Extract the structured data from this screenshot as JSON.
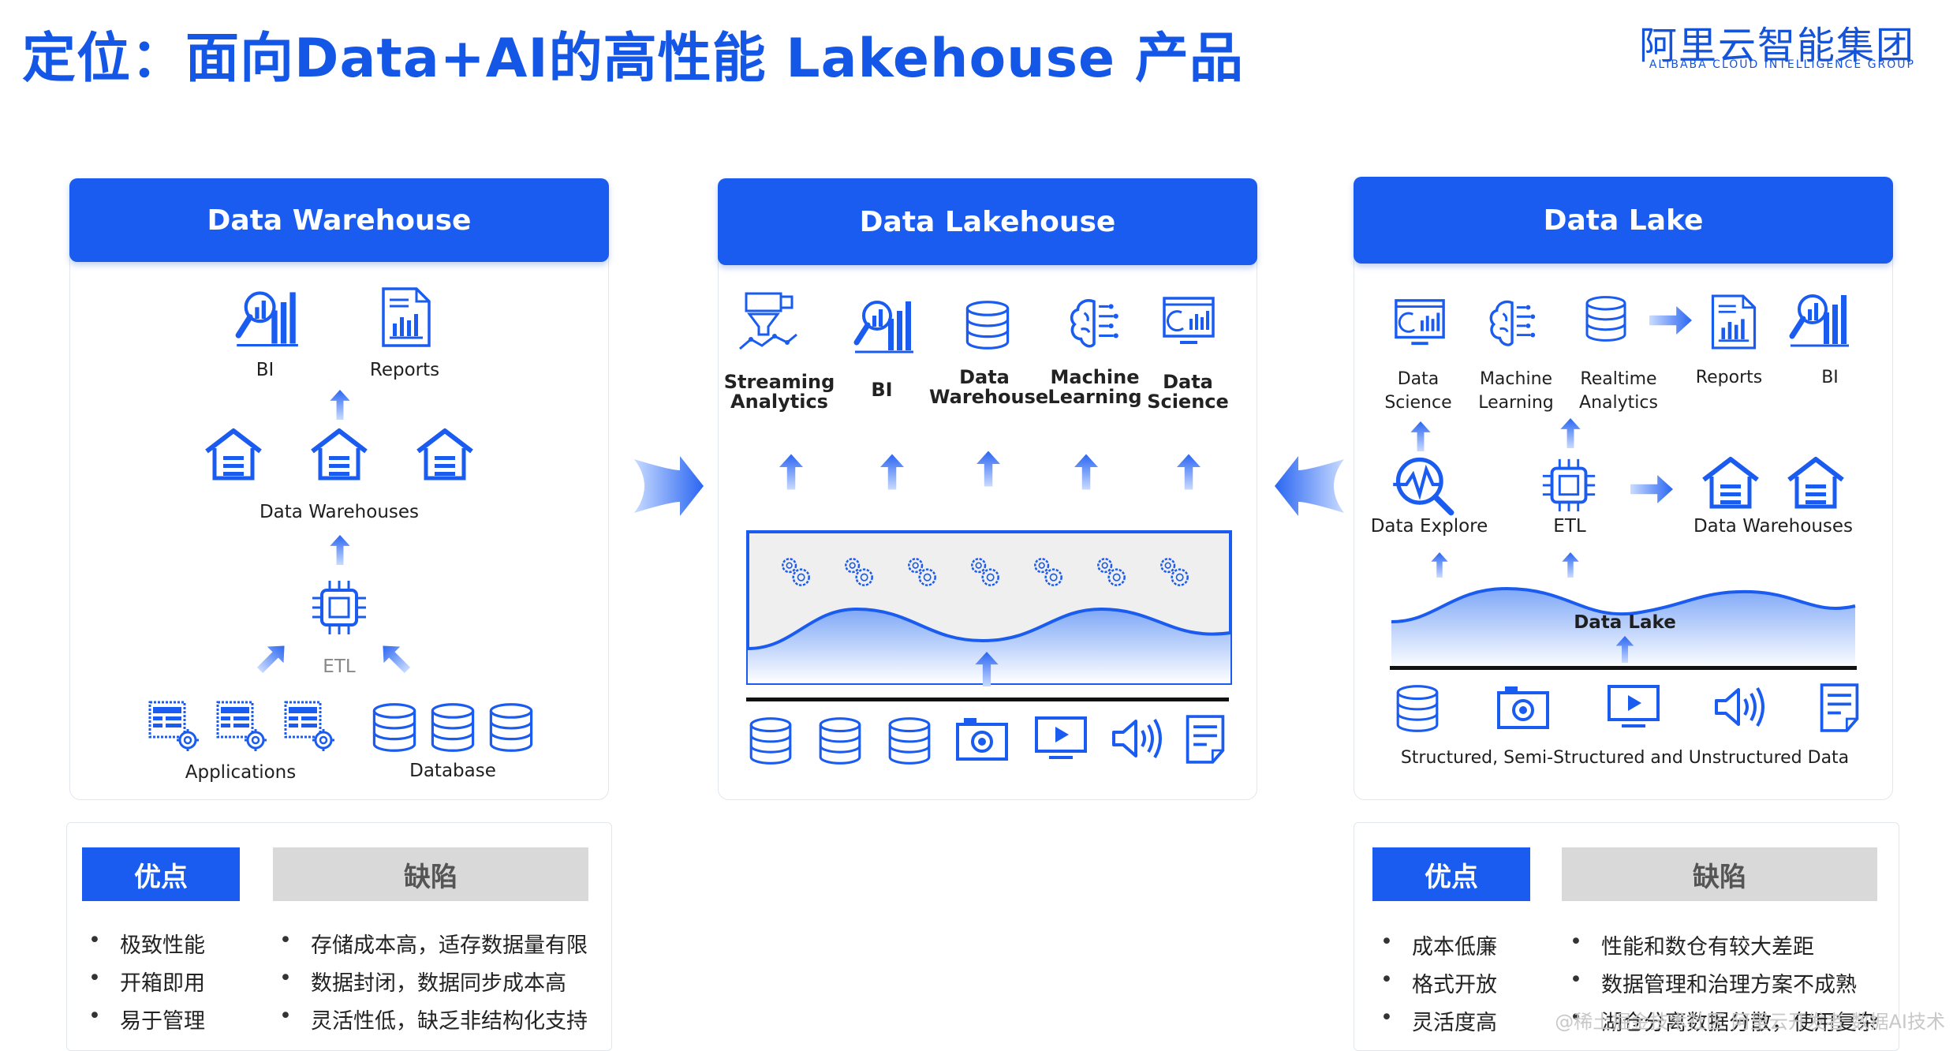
{
  "title": "定位：面向Data+AI的高性能 Lakehouse 产品",
  "logo": {
    "cn": "阿里云智能集团",
    "en": "ALIBABA CLOUD INTELLIGENCE GROUP"
  },
  "warehouse": {
    "header": "Data Warehouse",
    "bi": "BI",
    "reports": "Reports",
    "data_warehouses": "Data Warehouses",
    "etl": "ETL",
    "applications": "Applications",
    "database": "Database"
  },
  "lakehouse": {
    "header": "Data Lakehouse",
    "streaming": "Streaming Analytics",
    "bi": "BI",
    "data_warehouse": "Data Warehouse",
    "machine_learning": "Machine Learning",
    "data_science": "Data Science"
  },
  "lake": {
    "header": "Data Lake",
    "data_science": "Data Science",
    "machine_learning": "Machine Learning",
    "realtime_analytics": "Realtime Analytics",
    "reports": "Reports",
    "bi": "BI",
    "data_explore": "Data Explore",
    "etl": "ETL",
    "data_warehouses": "Data Warehouses",
    "data_lake": "Data Lake",
    "structured": "Structured, Semi-Structured and Unstructured Data"
  },
  "dw_eval": {
    "pros_label": "优点",
    "cons_label": "缺陷",
    "pros": [
      "极致性能",
      "开箱即用",
      "易于管理"
    ],
    "cons": [
      "存储成本高，适存数据量有限",
      "数据封闭，数据同步成本高",
      "灵活性低，缺乏非结构化支持"
    ]
  },
  "dl_eval": {
    "pros_label": "优点",
    "cons_label": "缺陷",
    "pros": [
      "成本低廉",
      "格式开放",
      "灵活度高"
    ],
    "cons": [
      "性能和数仓有较大差距",
      "数据管理和治理方案不成熟",
      "湖仓分离数据分散，使用复杂"
    ]
  },
  "watermark": "@稀土掘金技术社区 阿里云开发者 数据AI技术",
  "colors": {
    "accent": "#1a5cf0",
    "title": "#1457e6",
    "gray_tag": "#d9d9d9"
  }
}
